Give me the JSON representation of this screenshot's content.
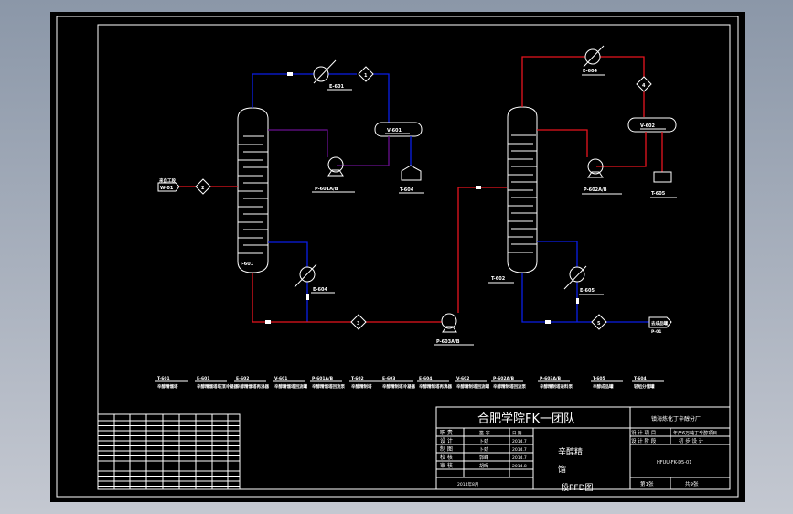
{
  "colors": {
    "background_top": "#8b97a8",
    "background_bottom": "#c4c8d1",
    "canvas": "#000000",
    "line": "#ffffff",
    "cold_stream": "#0a1ee6",
    "hot_stream": "#e8141e",
    "reflux_stream": "#6a1090"
  },
  "equipment_tags": {
    "column1": "T-601",
    "column2": "T-602",
    "condenser1": "E-601",
    "condenser2": "E-604",
    "reboiler1": "E-604",
    "reboiler2": "E-605",
    "drum1": "V-601",
    "drum2": "V-602",
    "pump_reflux1": "P-601A/B",
    "pump_reflux2": "P-602A/B",
    "pump_transfer": "P-603A/B",
    "tank1": "T-604",
    "tank2": "T-605",
    "feed_label": "来自工段",
    "feed_id": "W-01",
    "product_label": "去成品罐",
    "product_id": "P-01"
  },
  "stream_numbers": [
    "1",
    "2",
    "3",
    "4",
    "5"
  ],
  "legend": [
    {
      "tag": "T-601",
      "desc": "辛醇精馏塔"
    },
    {
      "tag": "E-601",
      "desc": "辛醇精馏塔塔顶冷凝器"
    },
    {
      "tag": "E-602",
      "desc": "辛醇精馏塔再沸器"
    },
    {
      "tag": "V-601",
      "desc": "辛醇精馏塔回流罐"
    },
    {
      "tag": "P-601A/B",
      "desc": "辛醇精馏塔回流泵"
    },
    {
      "tag": "T-602",
      "desc": "辛醇精制塔"
    },
    {
      "tag": "E-603",
      "desc": "辛醇精制塔冷凝器"
    },
    {
      "tag": "E-604",
      "desc": "辛醇精制塔再沸器"
    },
    {
      "tag": "V-602",
      "desc": "辛醇精制塔回流罐"
    },
    {
      "tag": "P-602A/B",
      "desc": "辛醇精制塔回流泵"
    },
    {
      "tag": "P-603A/B",
      "desc": "辛醇精制塔进料泵"
    },
    {
      "tag": "T-605",
      "desc": "辛醇成品罐"
    },
    {
      "tag": "T-604",
      "desc": "轻组分储罐"
    }
  ],
  "title_block": {
    "school": "合肥学院FK一团队",
    "company": "镇海炼化丁辛醇分厂",
    "rows": [
      {
        "role": "职 责",
        "name": "签 字",
        "date": "日 期"
      },
      {
        "role": "设 计",
        "name": "卜劲",
        "date": "2014.7"
      },
      {
        "role": "制 图",
        "name": "卜劲",
        "date": "2014.7"
      },
      {
        "role": "校 核",
        "name": "郭峰",
        "date": "2014.7"
      },
      {
        "role": "审 核",
        "name": "胡晖",
        "date": "2014.8"
      }
    ],
    "completion_date": "2014年8月",
    "drawing_title_lines": [
      "辛醇精",
      "馏",
      "段PFD图"
    ],
    "project_label": "设 计 项 目",
    "project_value": "年产6万吨丁辛醇项目",
    "stage_label": "设 计 阶 段",
    "stage_value": "初 步 设 计",
    "drawing_no": "HFUU-FK-D5-01",
    "sheet": "第1张",
    "total": "共9张"
  }
}
